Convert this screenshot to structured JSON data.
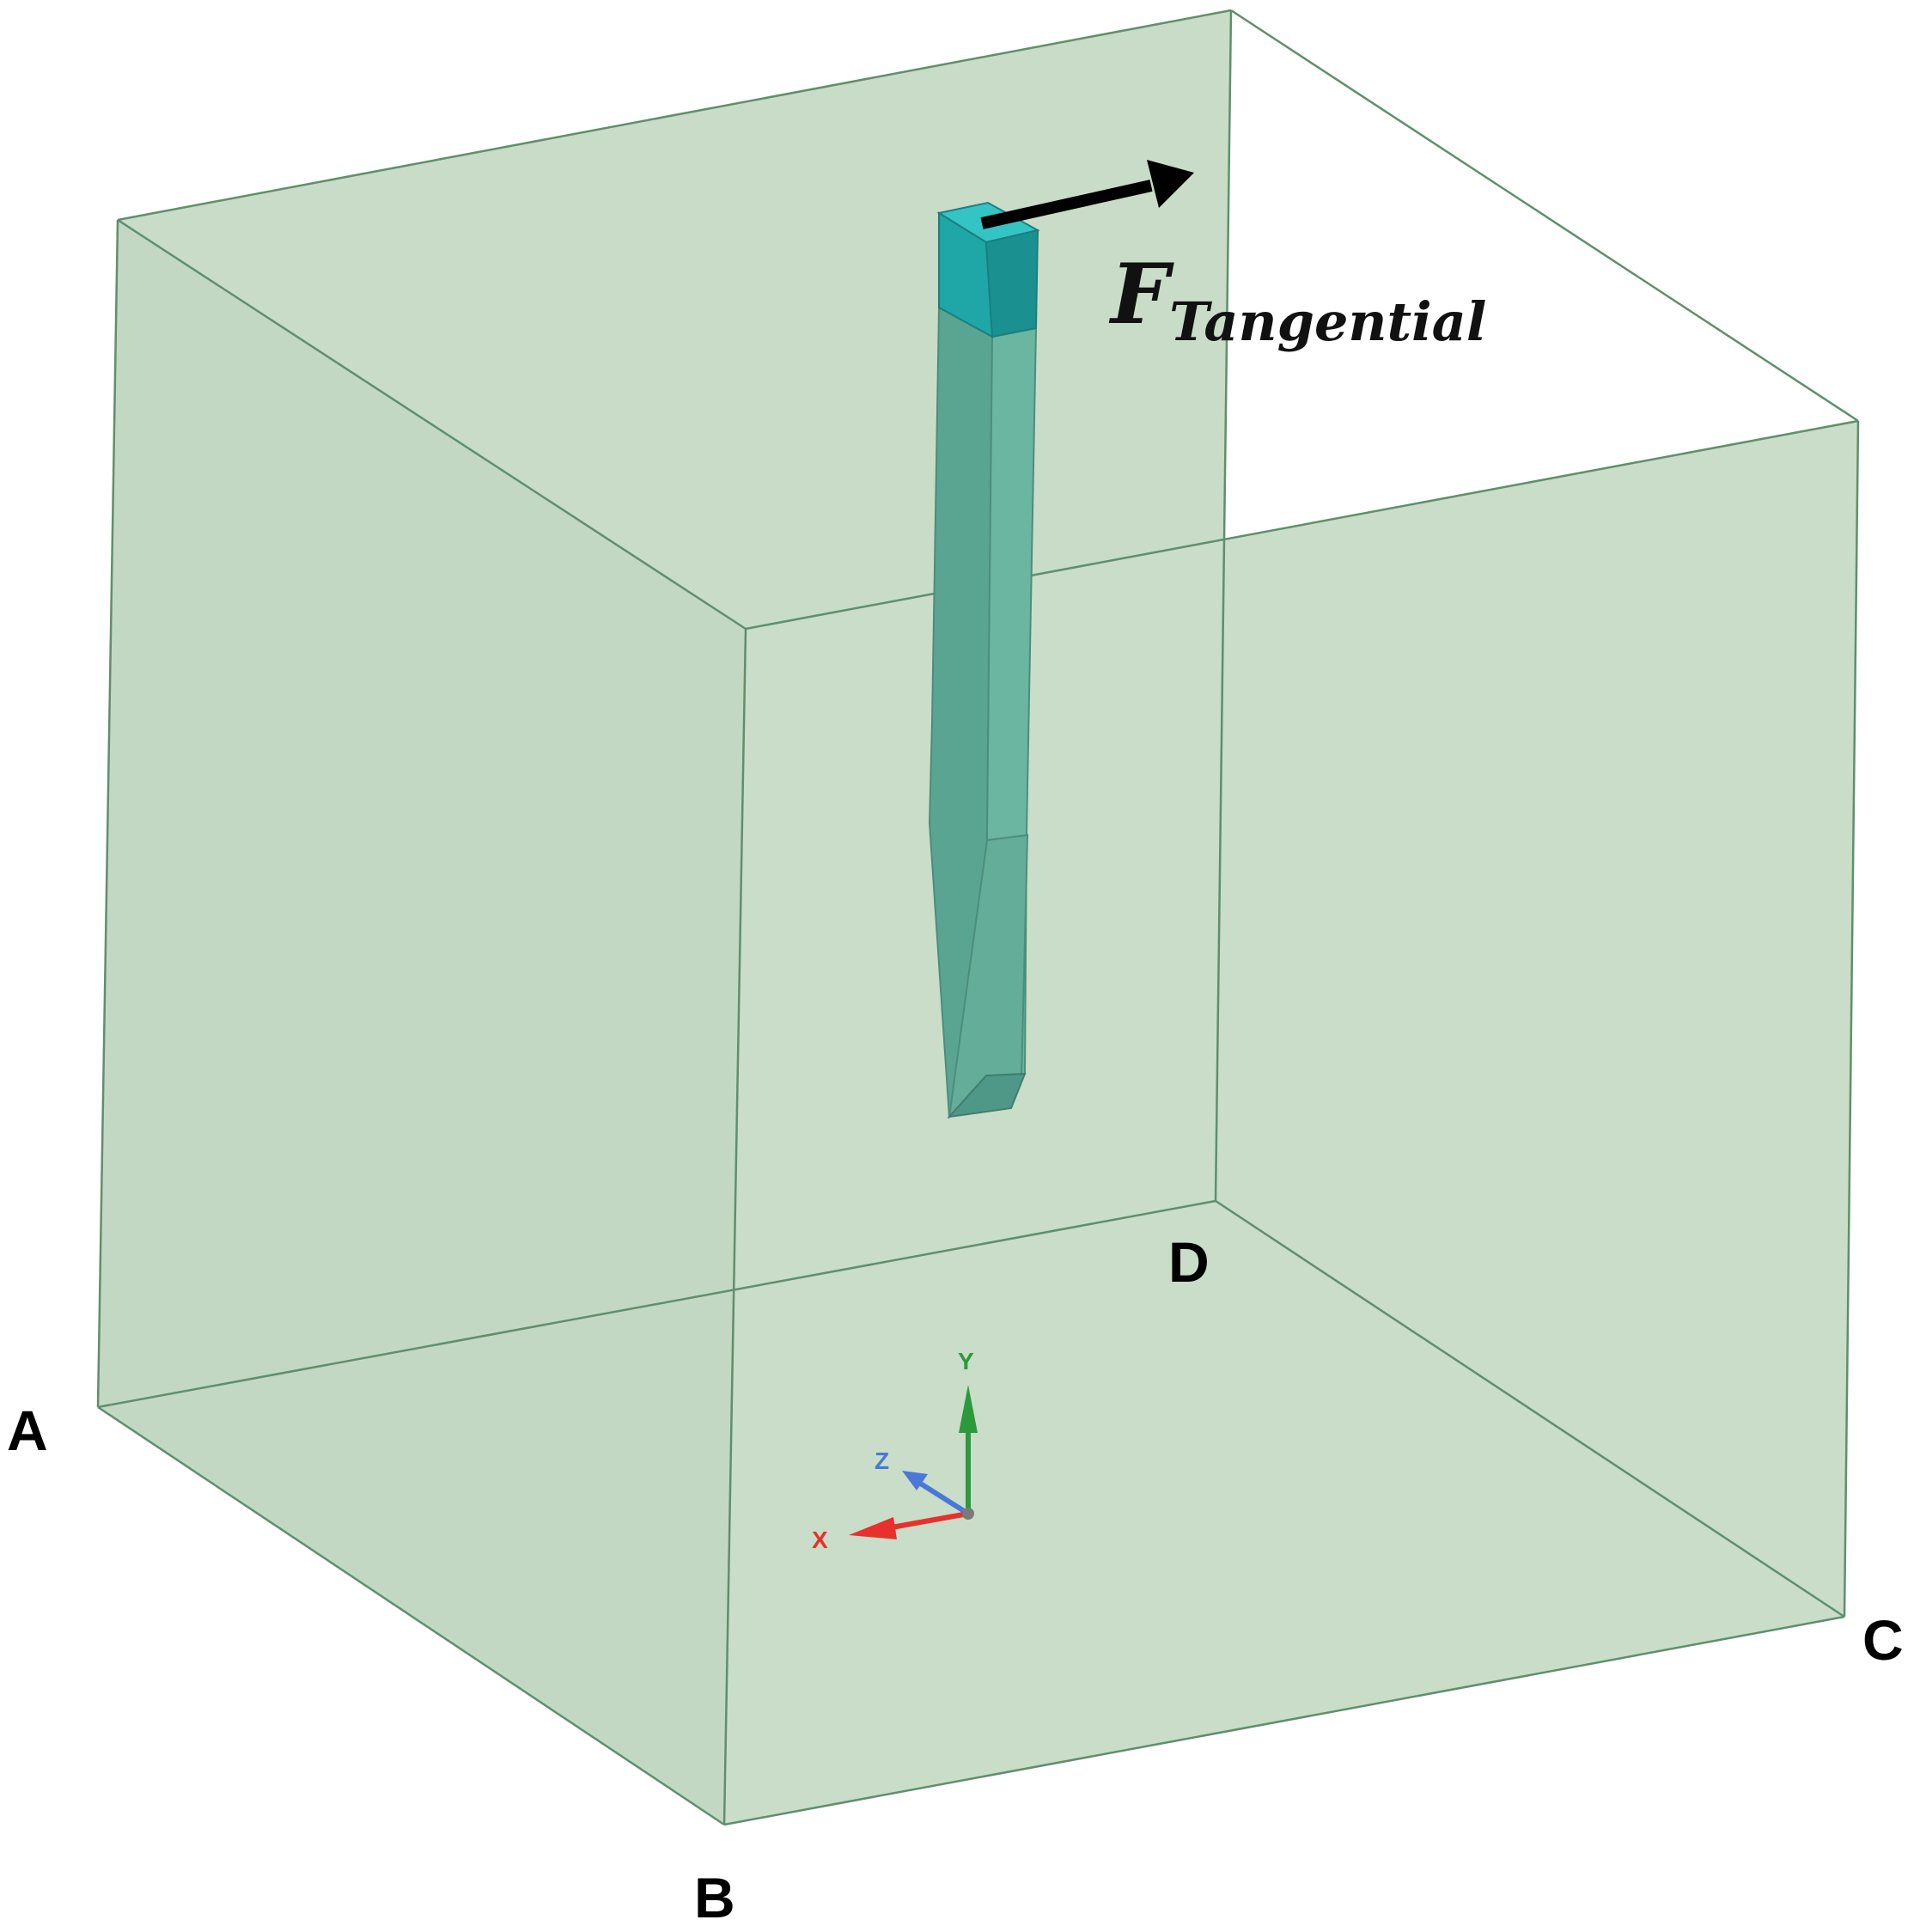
{
  "labels": {
    "corner_a": "A",
    "corner_b": "B",
    "corner_c": "C",
    "corner_d": "D",
    "force_main": "F",
    "force_sub": "Tangential"
  },
  "triad": {
    "x_label": "X",
    "y_label": "Y",
    "z_label": "Z"
  },
  "colors": {
    "box_fill": "#c8dcc7",
    "box_edge": "#5f8f6c",
    "pile_body": "#5aa592",
    "pile_cap": "#1f9c9c",
    "force_arrow": "#000000",
    "axis_x": "#e8302c",
    "axis_y": "#2b9a3a",
    "axis_z": "#4a78d8"
  }
}
